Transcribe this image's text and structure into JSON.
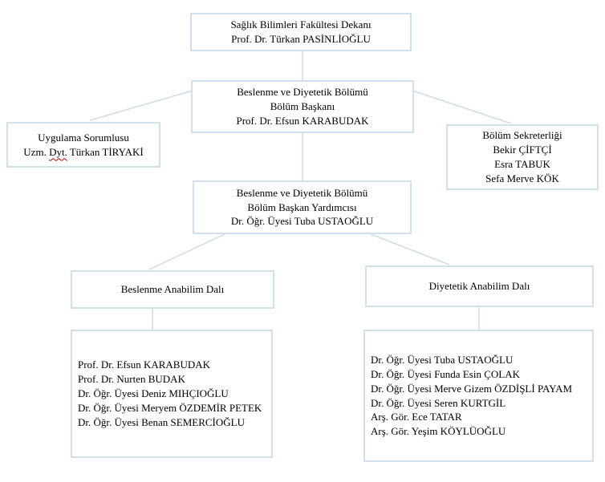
{
  "colors": {
    "box_border": "#cfe2eb",
    "connector_line": "#ccdde4",
    "spellcheck_underline": "#cc0000",
    "text": "#000000",
    "background": "#ffffff"
  },
  "nodes": {
    "dean": {
      "line1": "Sağlık Bilimleri Fakültesi Dekanı",
      "line2": "Prof. Dr. Türkan PASİNLİOĞLU"
    },
    "department_head": {
      "line1": "Beslenme ve Diyetetik Bölümü",
      "line2": "Bölüm Başkanı",
      "line3": "Prof. Dr. Efsun KARABUDAK"
    },
    "practice_coordinator": {
      "line1": "Uygulama Sorumlusu",
      "line2_prefix": "Uzm. ",
      "line2_misspelled": "Dyt.",
      "line2_suffix": " Türkan TİRYAKİ"
    },
    "department_secretariat": {
      "line1": "Bölüm Sekreterliği",
      "line2": "Bekir ÇİFTÇİ",
      "line3": "Esra TABUK",
      "line4": "Sefa Merve KÖK"
    },
    "deputy_head": {
      "line1": "Beslenme ve Diyetetik Bölümü",
      "line2": "Bölüm Başkan Yardımcısı",
      "line3": "Dr. Öğr. Üyesi Tuba USTAOĞLU"
    },
    "beslenme_department": {
      "title": "Beslenme Anabilim Dalı",
      "members": [
        "Prof. Dr. Efsun KARABUDAK",
        "Prof. Dr. Nurten BUDAK",
        "Dr. Öğr. Üyesi Deniz MIHÇIOĞLU",
        "Dr. Öğr. Üyesi Meryem ÖZDEMİR PETEK",
        "Dr. Öğr. Üyesi Benan SEMERCİOĞLU"
      ]
    },
    "diyetetik_department": {
      "title": "Diyetetik Anabilim Dalı",
      "members": [
        "Dr. Öğr. Üyesi Tuba USTAOĞLU",
        "Dr. Öğr. Üyesi Funda Esin ÇOLAK",
        "Dr. Öğr. Üyesi Merve Gizem ÖZDİŞLİ PAYAM",
        "Dr. Öğr. Üyesi Seren KURTGİL",
        "Arş. Gör. Ece TATAR",
        "Arş. Gör. Yeşim KÖYLÜOĞLU"
      ]
    }
  }
}
